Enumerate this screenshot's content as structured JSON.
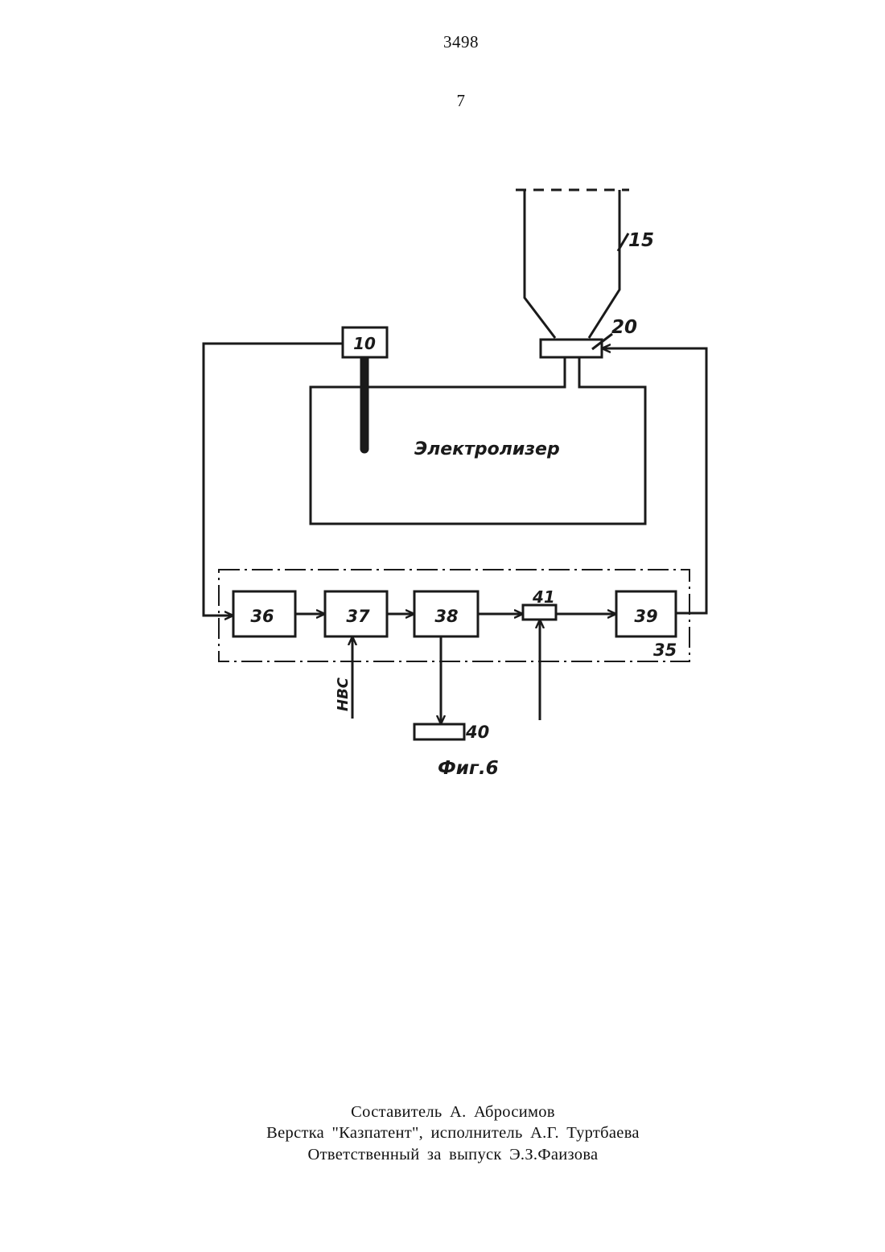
{
  "header": {
    "patent_number": "3498",
    "page_number": "7"
  },
  "diagram": {
    "electrolyzer_label": "Электролизер",
    "labels": {
      "sensor": "10",
      "hopper": "15",
      "feeder": "20",
      "control_unit": "35",
      "block_36": "36",
      "block_37": "37",
      "block_38": "38",
      "block_39": "39",
      "indicator": "40",
      "setpoint": "41",
      "input_signal": "НВС"
    },
    "figure_caption": "Фиг.6"
  },
  "footer": {
    "compiler": "Составитель  А.  Абросимов",
    "layout": "Верстка  \"Казпатент\",  исполнитель    А.Г.  Туртбаева",
    "responsible": "Ответственный  за  выпуск    Э.З.Фаизова"
  }
}
